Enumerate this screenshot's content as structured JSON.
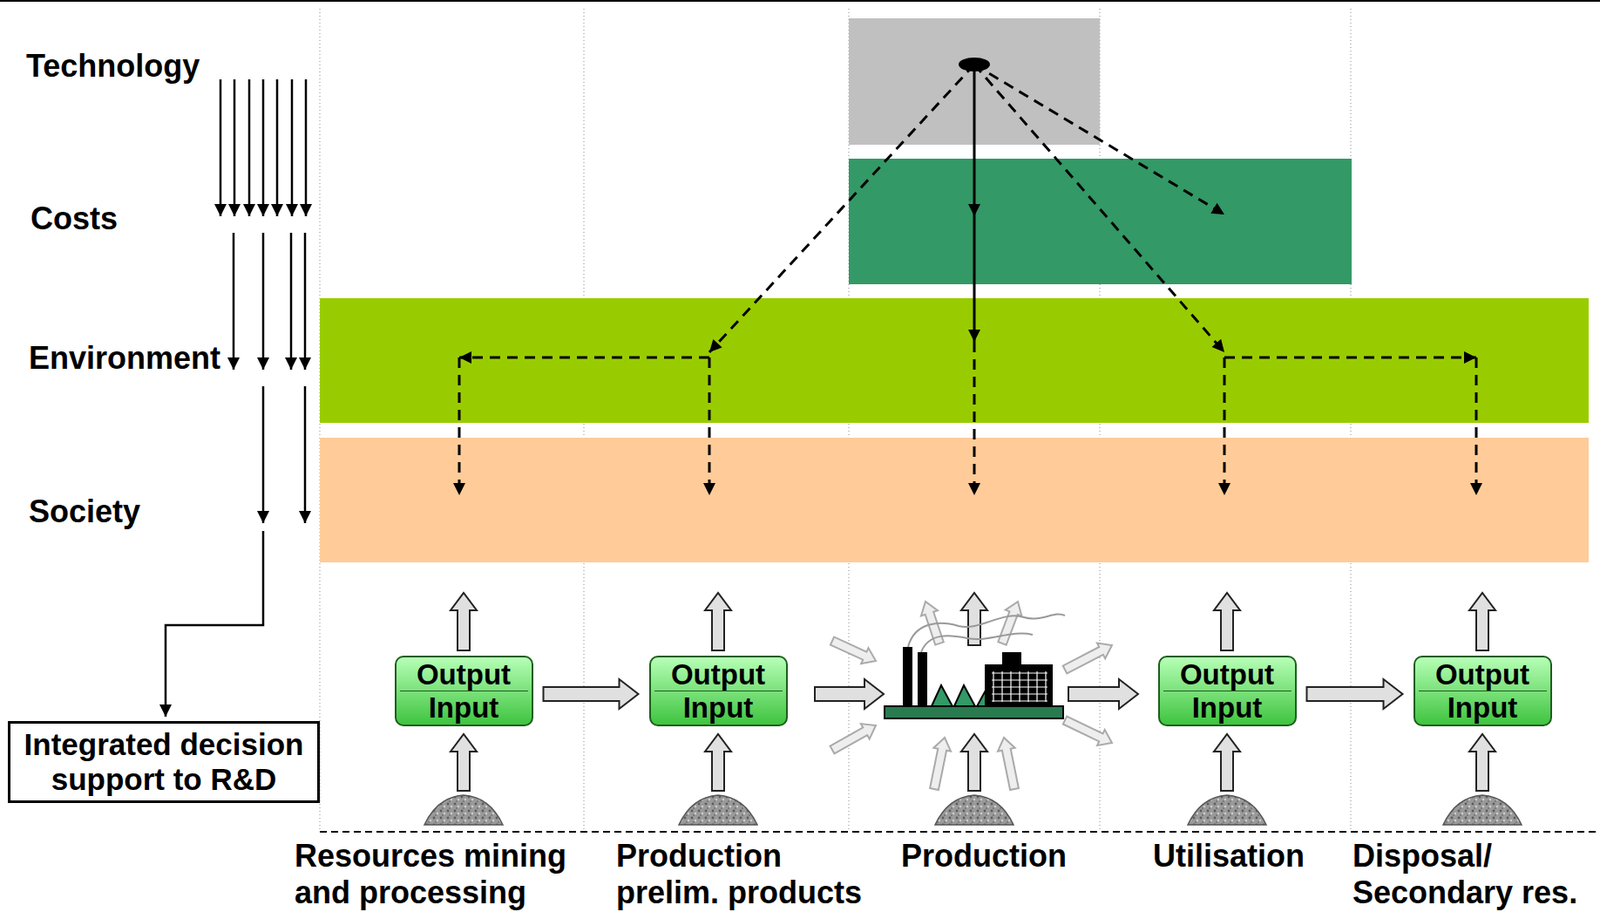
{
  "diagram": {
    "nodes": [
      {
        "text": [
          "Integrated decision support to R&D"
        ]
      },
      {
        "text": [
          "Output",
          "Input"
        ]
      },
      {
        "text": [
          "Output",
          "Input"
        ]
      },
      {
        "text": [
          "Output",
          "Input"
        ]
      },
      {
        "text": [
          "Output",
          "Input"
        ]
      }
    ],
    "edges": [
      {
        "from": 1,
        "to": 2,
        "arrow": "to"
      },
      {
        "from": 3,
        "to": 4,
        "arrow": "to"
      }
    ],
    "labels": [
      "Technology",
      "Costs",
      "Environment",
      "Society",
      "Resources mining and processing",
      "Production prelim. products",
      "Production",
      "Utilisation",
      "Disposal/ Secondary res."
    ]
  }
}
